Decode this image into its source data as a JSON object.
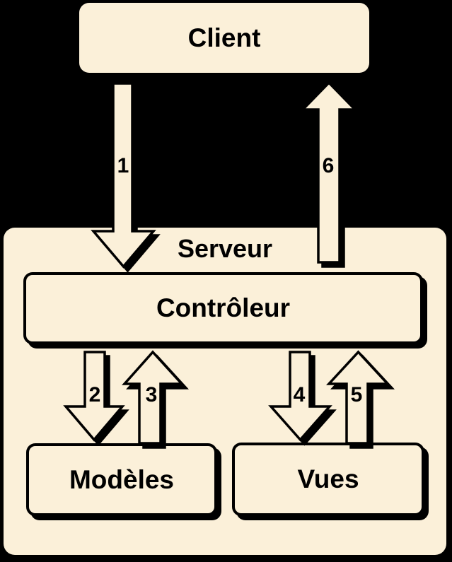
{
  "diagram": {
    "colors": {
      "background": "#000000",
      "box_fill": "#FBF0D9",
      "outline": "#000000",
      "text": "#000000"
    },
    "nodes": {
      "client": {
        "label": "Client"
      },
      "serveur": {
        "label": "Serveur"
      },
      "controleur": {
        "label": "Contrôleur"
      },
      "modeles": {
        "label": "Modèles"
      },
      "vues": {
        "label": "Vues"
      }
    },
    "arrows": [
      {
        "label": "1",
        "direction": "down",
        "from": "Client",
        "to": "Contrôleur"
      },
      {
        "label": "2",
        "direction": "down",
        "from": "Contrôleur",
        "to": "Modèles"
      },
      {
        "label": "3",
        "direction": "up",
        "from": "Modèles",
        "to": "Contrôleur"
      },
      {
        "label": "4",
        "direction": "down",
        "from": "Contrôleur",
        "to": "Vues"
      },
      {
        "label": "5",
        "direction": "up",
        "from": "Vues",
        "to": "Contrôleur"
      },
      {
        "label": "6",
        "direction": "up",
        "from": "Contrôleur",
        "to": "Client"
      }
    ]
  }
}
